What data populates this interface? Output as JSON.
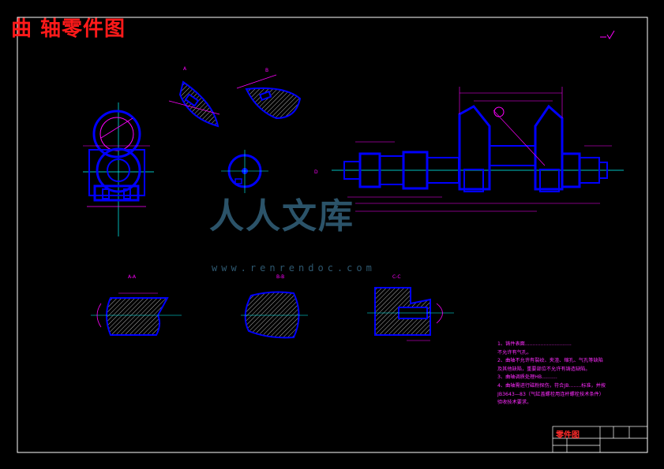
{
  "drawing": {
    "title": "曲 轴零件图",
    "watermark": "人人文库",
    "watermark_url": "www.renrendoc.com",
    "section_labels": {
      "aa": "A-A",
      "bb": "B-B",
      "cc": "C-C"
    },
    "view_labels": {
      "b": "B"
    },
    "notes": [
      "1、铸件表面..............................",
      "   不允许有气孔。",
      "2、曲轴不允许有裂纹、夹渣、缩孔、气孔等缺陷",
      "   及其他缺陷，重要部位不允许有铸造缺陷。",
      "3、曲轴调质处理HB..........",
      "4、曲轴需进行磁粉探伤，符合JB........标准，并按",
      "   JB3643—83（气缸盖螺栓用连杆螺栓技术条件）",
      "   验收技术要求。"
    ],
    "title_block": {
      "name": "零件图"
    }
  },
  "colors": {
    "background": "#000000",
    "frame": "#ffffff",
    "outline": "#0000ff",
    "dimension": "#ff00ff",
    "centerline": "#00ffff",
    "hatch": "#ffffff",
    "title_text": "#ff1a1a"
  }
}
